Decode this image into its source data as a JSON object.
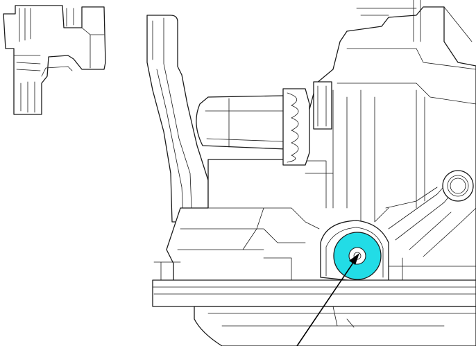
{
  "diagram": {
    "kind": "technical line drawing",
    "line_color": "#1a1a1a",
    "background_color": "#ffffff",
    "highlight": {
      "name": "plug-highlight",
      "color": "#22dce6"
    },
    "callout": {
      "name": "leader-arrow",
      "color": "#000000"
    }
  }
}
